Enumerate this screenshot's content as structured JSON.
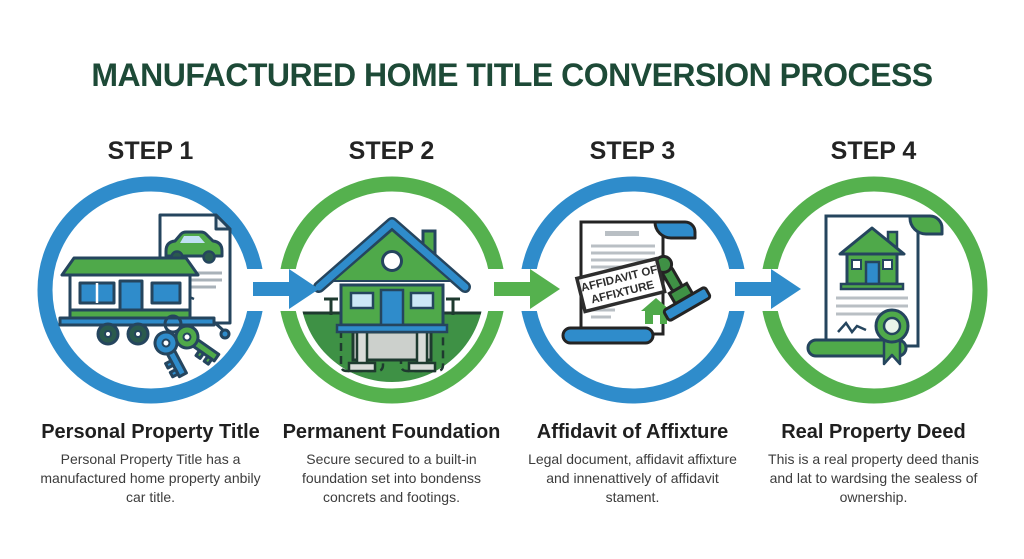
{
  "title": "MANUFACTURED HOME TITLE CONVERSION PROCESS",
  "colors": {
    "title_green": "#1d4a37",
    "ring_blue": "#2f8ccb",
    "ring_green": "#55b14e",
    "illustration_green": "#4fa94a",
    "ground_green": "#3e9145",
    "text_dark": "#232323",
    "body_text": "#3c3c3c"
  },
  "steps": [
    {
      "label": "STEP 1",
      "ring_color": "#2f8ccb",
      "icon": "manufactured-home-car-title-keys-icon",
      "title": "Personal Property Title",
      "description": "Personal Property Title has a manufactured home property anbily car title."
    },
    {
      "label": "STEP 2",
      "ring_color": "#55b14e",
      "icon": "house-on-permanent-foundation-icon",
      "title": "Permanent Foundation",
      "description": "Secure secured to a built-in foundation set into bondenss concrets and footings."
    },
    {
      "label": "STEP 3",
      "ring_color": "#2f8ccb",
      "icon": "affidavit-document-with-stamp-icon",
      "title": "Affidavit of Affixture",
      "description": "Legal document, affidavit affixture and innenattively of affidavit stament.",
      "stamp_line1": "AFFIDAVIT OF",
      "stamp_line2": "AFFIXTURE"
    },
    {
      "label": "STEP 4",
      "ring_color": "#55b14e",
      "icon": "property-deed-with-ribbon-seal-icon",
      "title": "Real Property Deed",
      "description": "This is a real property deed thanis and lat to wardsing the sealess of ownership."
    }
  ]
}
